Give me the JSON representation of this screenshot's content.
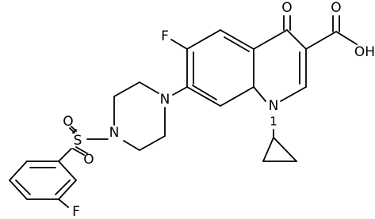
{
  "molecule": {
    "atom_labels": {
      "O_ketone": "O",
      "O_acid_double": "O",
      "OH": "OH",
      "F_quinolone": "F",
      "N_piperazine_top": "N",
      "N_piperazine_bottom": "N",
      "N_quinolone": "N",
      "S": "S",
      "O_sulfonyl_upper": "O",
      "O_sulfonyl_lower": "O",
      "F_aryl": "F",
      "N1_locant": "1"
    },
    "colors": {
      "bond": "#000000",
      "label": "#000000",
      "background": "#ffffff"
    }
  }
}
